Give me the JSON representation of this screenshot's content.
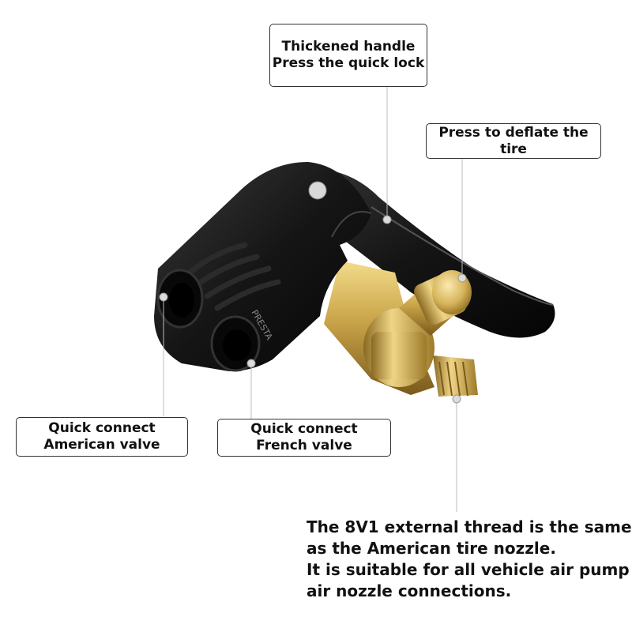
{
  "callouts": {
    "handle": {
      "line1": "Thickened handle",
      "line2": "Press the quick lock"
    },
    "deflate": {
      "line1": "Press to deflate the tire"
    },
    "american": {
      "line1": "Quick connect",
      "line2": "American valve"
    },
    "french": {
      "line1": "Quick connect",
      "line2": "French valve"
    }
  },
  "note": {
    "line1": "The 8V1 external thread is the same",
    "line2": "as the American tire nozzle.",
    "line3": "It is suitable for all vehicle air pump",
    "line4": "air nozzle connections."
  },
  "colors": {
    "body": "#111111",
    "brass": "#c9a449",
    "border": "#333333"
  },
  "product": {
    "molded_text": "PRESTA"
  }
}
